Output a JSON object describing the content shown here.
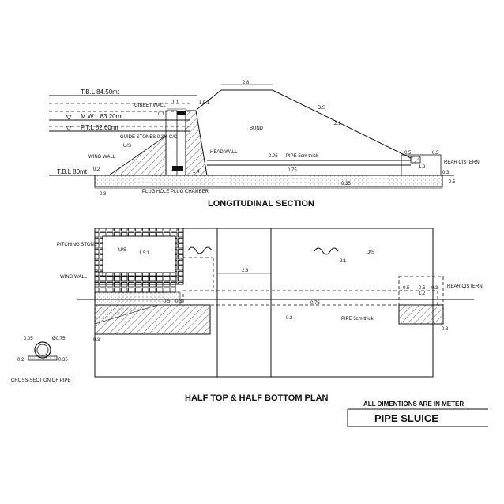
{
  "title": "PIPE SLUICE",
  "note": "ALL DIMENTIONS ARE IN METER",
  "longitudinal": {
    "heading": "LONGITUDINAL SECTION",
    "levels": {
      "tbl_top": "T.B.L 84.50mt",
      "mwl": "M.W.L 83.20mt",
      "ftl": "F.T.L 82.60mt",
      "tbl_bottom": "T.B.L 80mt"
    },
    "labels": {
      "gibbet_wall": "GIBBET WALL",
      "guide_stones": "GUIDE STONES 0.3M C/C",
      "wing_wall": "WING WALL",
      "us": "U/S",
      "ds": "D/S",
      "bund": "BUND",
      "head_wall": "HEAD WALL",
      "pipe": "PIPE 5cm thick",
      "plug_hole": "PLUG HOLE",
      "plug_chamber": "PLUG CHAMBER",
      "rear_cistern": "REAR CISTERN"
    },
    "slopes": {
      "us": "1.5:1",
      "ds": "2:1"
    },
    "dims": {
      "top_width": "2.8",
      "d_1_1": "1.1",
      "d_0_1": "0.1",
      "d_0_4": "0.4",
      "d_1_4": "1.4",
      "d_0_2": "0.2",
      "d_0_05": "0.05",
      "d_0_75": "0.75",
      "d_0_5": "0.5",
      "d_0_3": "0.3",
      "d_1_2": "1.2",
      "d_0_5b": "0.5",
      "d_0_3b": "0.3",
      "d_0_5c": "0.5",
      "d_0_35": "0.35"
    }
  },
  "plan": {
    "heading": "HALF TOP & HALF BOTTOM PLAN",
    "labels": {
      "pitching_stone": "PITCHING STONE",
      "wing_wall": "WING WALL",
      "us": "U/S",
      "ds": "D/S",
      "rear_cistern": "REAR CISTERN",
      "pipe": "PIPE 5cm thick"
    },
    "slopes": {
      "us": "1.5:1",
      "ds": "2:1"
    },
    "dims": {
      "top_width": "2.8",
      "d_0_5a": "0.5",
      "d_0_3a": "0.3",
      "d_0_75": "0.75",
      "d_0_2": "0.2",
      "d_0_3b": "0.3",
      "d_0_5b": "0.5",
      "d_0_5c": "0.5",
      "d_1_2": "1.2",
      "d_0_3c": "0.3",
      "d_0_3d": "0.3"
    }
  },
  "cross_section": {
    "heading": "CROSS-SECTION OF PIPE",
    "dims": {
      "d_0_05": "0.05",
      "dia": "Ø0.75",
      "d_0_2": "0.2",
      "d_0_35": "0.35"
    }
  }
}
